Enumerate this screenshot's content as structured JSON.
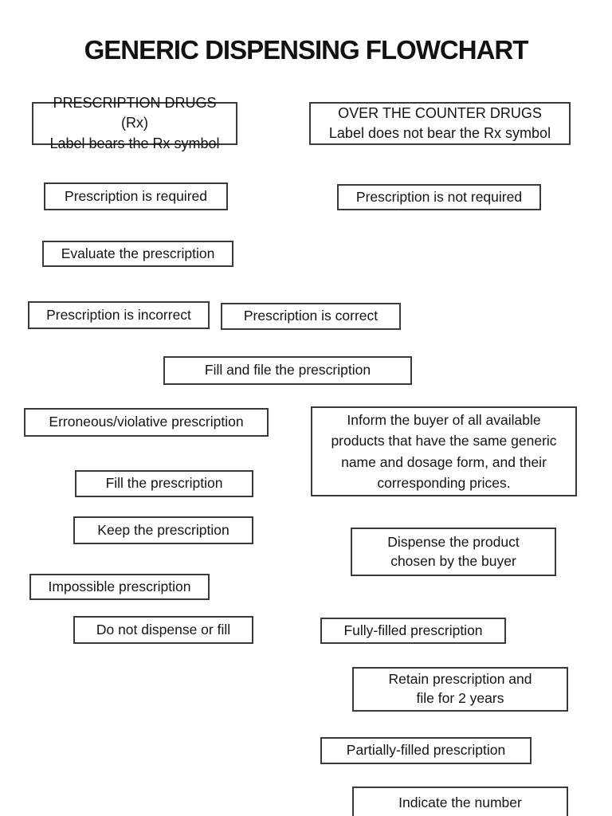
{
  "page": {
    "title": "GENERIC DISPENSING FLOWCHART",
    "background_color": "#ffffff",
    "box_border_color": "#3a3a3a",
    "text_color": "#141414"
  },
  "flowchart": {
    "left_column": {
      "header": {
        "text": "PRESCRIPTION DRUGS (Rx)\nLabel bears the Rx symbol"
      },
      "boxes": [
        {
          "text": "Prescription is required"
        },
        {
          "text": "Evaluate the prescription"
        },
        {
          "text": "Prescription is incorrect"
        },
        {
          "text": "Prescription is correct"
        },
        {
          "text": "Fill and file the prescription"
        },
        {
          "text": "Erroneous/violative prescription"
        },
        {
          "text": "Fill the prescription"
        },
        {
          "text": "Keep the prescription"
        },
        {
          "text": "Impossible prescription"
        },
        {
          "text": "Do not dispense or fill"
        }
      ]
    },
    "right_column": {
      "header": {
        "text": "OVER THE COUNTER DRUGS\nLabel does not bear the Rx symbol"
      },
      "boxes": [
        {
          "text": "Prescription is not required"
        },
        {
          "text": "Inform the buyer of all available products that have the same generic name and dosage form, and their corresponding prices."
        },
        {
          "text": "Dispense the product\nchosen by the buyer"
        },
        {
          "text": "Fully-filled prescription"
        },
        {
          "text": "Retain prescription and\nfile for 2 years"
        },
        {
          "text": "Partially-filled prescription"
        },
        {
          "text": "Indicate the number\ndispensed to the prescription"
        }
      ]
    }
  }
}
